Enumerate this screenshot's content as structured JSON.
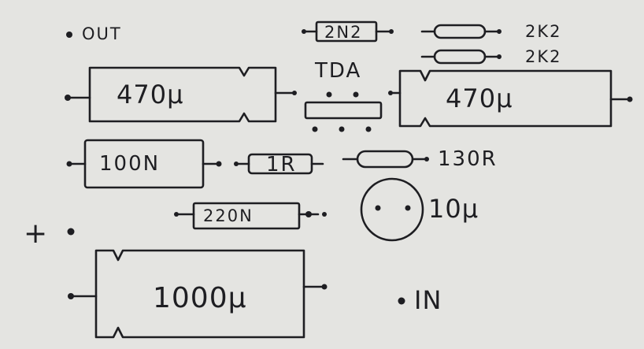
{
  "colors": {
    "paper": "#e4e4e1",
    "ink": "#1e1e22"
  },
  "labels": {
    "out": "OUT",
    "in": "IN",
    "plus": "+",
    "tda": "TDA",
    "r_2k2_a": "2K2",
    "r_2k2_b": "2K2",
    "r_130r": "130R",
    "cap_2n2": "2N2",
    "cap_470u_left": "470µ",
    "cap_470u_right": "470µ",
    "cap_100n": "100N",
    "r_1r": "1R",
    "cap_220n": "220N",
    "cap_10u": "10µ",
    "cap_1000u": "1000µ"
  }
}
